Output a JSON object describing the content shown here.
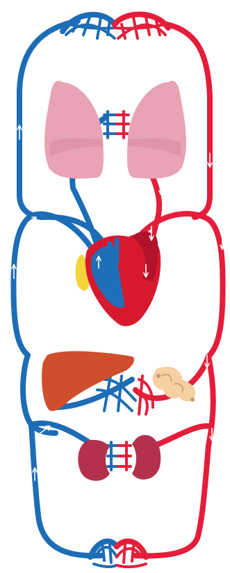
{
  "colors": {
    "vein": "#1c6db5",
    "artery": "#e41e3a",
    "lungs": "#e8a3b4",
    "lungs_shade": "#d98aa0",
    "heart_red": "#d7192f",
    "heart_dark": "#b3132a",
    "heart_blue": "#1f6fb8",
    "fat_yellow": "#f5d33a",
    "liver": "#cf4e2c",
    "intestine": "#f6cfa3",
    "kidney": "#b3314d"
  },
  "organs": [
    {
      "name": "lungs",
      "icon": "lungs-icon"
    },
    {
      "name": "heart",
      "icon": "heart-icon"
    },
    {
      "name": "liver",
      "icon": "liver-icon"
    },
    {
      "name": "intestine",
      "icon": "intestine-icon"
    },
    {
      "name": "kidneys",
      "icon": "kidney-icon"
    }
  ],
  "capillary_beds": [
    "upper-body",
    "lungs",
    "digestive",
    "kidneys",
    "lower-body"
  ]
}
